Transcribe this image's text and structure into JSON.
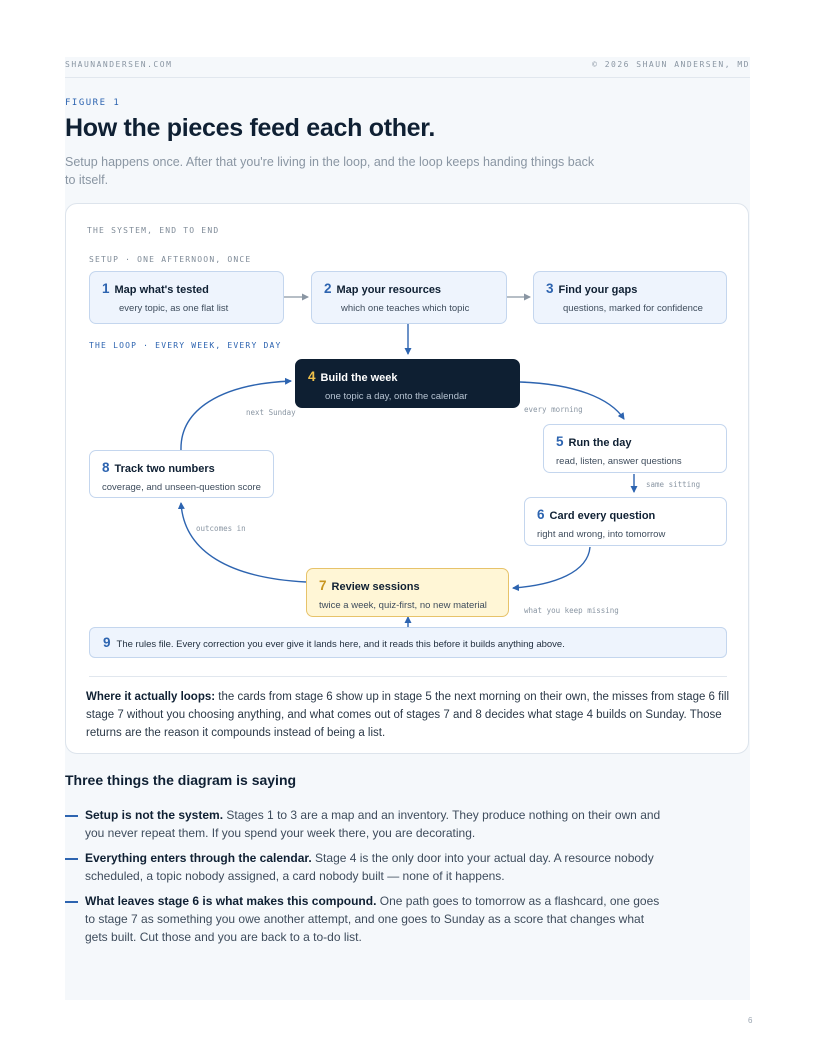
{
  "header": {
    "site": "SHAUNANDERSEN.COM",
    "copyright": "© 2026 SHAUN ANDERSEN, MD"
  },
  "figure": {
    "label": "FIGURE 1",
    "title": "How the pieces feed each other.",
    "subtitle": "Setup happens once. After that you're living in the loop, and the loop keeps handing things back to itself."
  },
  "diagram": {
    "heading": "THE SYSTEM, END TO END",
    "setup_label": "SETUP · ONE AFTERNOON, ONCE",
    "loop_label": "THE LOOP · EVERY WEEK, EVERY DAY",
    "nodes": [
      {
        "num": "1",
        "title": "Map what's tested",
        "desc": "every topic, as one flat list"
      },
      {
        "num": "2",
        "title": "Map your resources",
        "desc": "which one teaches which topic"
      },
      {
        "num": "3",
        "title": "Find your gaps",
        "desc": "questions, marked for confidence"
      },
      {
        "num": "4",
        "title": "Build the week",
        "desc": "one topic a day, onto the calendar"
      },
      {
        "num": "5",
        "title": "Run the day",
        "desc": "read, listen, answer questions"
      },
      {
        "num": "6",
        "title": "Card every question",
        "desc": "right and wrong, into tomorrow"
      },
      {
        "num": "7",
        "title": "Review sessions",
        "desc": "twice a week, quiz-first, no new material"
      },
      {
        "num": "8",
        "title": "Track two numbers",
        "desc": "coverage, and unseen-question score"
      }
    ],
    "arrow_labels": {
      "next_sunday": "next Sunday",
      "every_morning": "every morning",
      "same_sitting": "same sitting",
      "outcomes_in": "outcomes in",
      "what_you_keep_missing": "what you keep missing"
    },
    "rules": {
      "num": "9",
      "text": "The rules file. Every correction you ever give it lands here, and it reads this before it builds anything above."
    },
    "note": {
      "lead": "Where it actually loops:",
      "body": " the cards from stage 6 show up in stage 5 the next morning on their own, the misses from stage 6 fill stage 7 without you choosing anything, and what comes out of stages 7 and 8 decides what stage 4 builds on Sunday. Those returns are the reason it compounds instead of being a list."
    }
  },
  "section": {
    "title": "Three things the diagram is saying",
    "bullets": [
      {
        "lead": "Setup is not the system.",
        "body": " Stages 1 to 3 are a map and an inventory. They produce nothing on their own and you never repeat them. If you spend your week there, you are decorating."
      },
      {
        "lead": "Everything enters through the calendar.",
        "body": " Stage 4 is the only door into your actual day. A resource nobody scheduled, a topic nobody assigned, a card nobody built — none of it happens."
      },
      {
        "lead": "What leaves stage 6 is what makes this compound.",
        "body": " One path goes to tomorrow as a flashcard, one goes to stage 7 as something you owe another attempt, and one goes to Sunday as a score that changes what gets built. Cut those and you are back to a to-do list."
      }
    ]
  },
  "footer": {
    "page_number": "6"
  },
  "colors": {
    "accent": "#2d64b0",
    "dark_node": "#0e1f32",
    "highlight_number": "#f0c14b",
    "review_fill": "#fff6d6"
  }
}
